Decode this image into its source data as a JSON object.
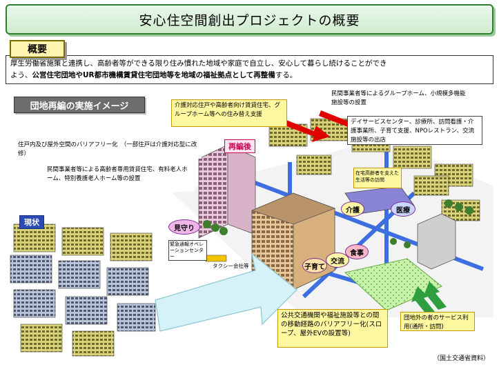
{
  "title": "安心住空間創出プロジェクトの概要",
  "overview": {
    "label": "概要",
    "line1": "厚生労働省施策と連携し、高齢者等ができる限り住み慣れた地域や家庭で自立し、安心して暮らし続けることができ",
    "line2_prefix": "よう、",
    "line2_emphasis": "公営住宅団地やUR都市機構賃貸住宅団地等を地域の福祉拠点として再整備",
    "line2_suffix": "する。"
  },
  "section_label": "団地再編の実施イメージ",
  "labels": {
    "after": "再編後",
    "before": "現状"
  },
  "notes": {
    "care_units": "介護対応住戸や高齢者向け賃貸住宅、グループホーム等への住み替え支援",
    "group_home": "民間事業者等によるグループホーム、小規模多機能施設等の設置",
    "day_service": "デイサービスセンター、診療所、訪問看護・介護事業所、子育て支援、NPOレストラン、交流施設等の出店",
    "barrier_free_units": "住戸内及び屋外空間のバリアフリー化　（一部住戸は介護対応型に改修）",
    "private_housing": "民間事業者等による高齢者専用賃貸住宅、有料老人ホーム、特別養護老人ホーム等の設置",
    "home_visit": "在宅高齢者を支えた生活等の訪問",
    "transport": "公共交通機関や福祉施設等との間の移動経路のバリアフリー化(スロープ、屋外EVの設置等)",
    "outside_service": "団地外の者のサービス利用(通所・訪問)",
    "operation_center": "緊急通報オペレーションセンター",
    "taxi": "タクシー会社等",
    "credit": "（国土交通省資料）"
  },
  "tags": {
    "watch": "見守り",
    "care": "介護",
    "medical": "医療",
    "meal": "食事",
    "exchange": "交流",
    "childcare": "子育て"
  },
  "colors": {
    "title_border": "#2e7d32",
    "emphasis_label": "#cc0055",
    "building_new": "#e8c79a",
    "building_old": "#d8d27a",
    "arrow": "#d4f2f8"
  }
}
